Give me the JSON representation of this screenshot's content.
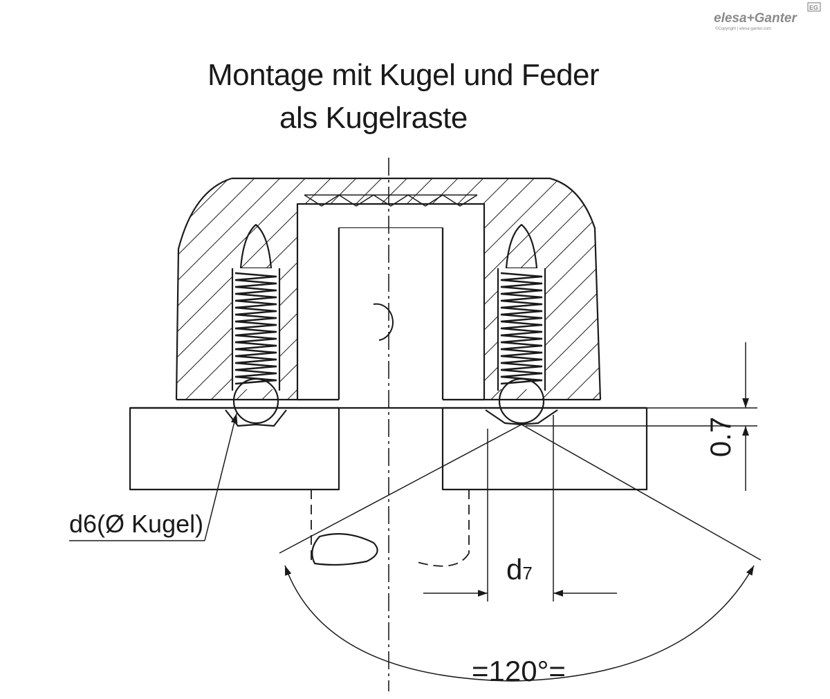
{
  "logo": {
    "brand_left": "elesa",
    "brand_plus": "+",
    "brand_right": "Ganter",
    "badge": "EG",
    "copyright": "©Copyright | elesa-ganter.com"
  },
  "title": {
    "line1": "Montage mit Kugel und Feder",
    "line2": "als Kugelraste"
  },
  "labels": {
    "ball_diameter": "d6(Ø Kugel)",
    "bore_diameter_main": "d",
    "bore_diameter_sub": "7",
    "depth": "0.7",
    "angle": "=120°="
  },
  "colors": {
    "line": "#1a1a1a",
    "logo": "#8a8a8a"
  }
}
